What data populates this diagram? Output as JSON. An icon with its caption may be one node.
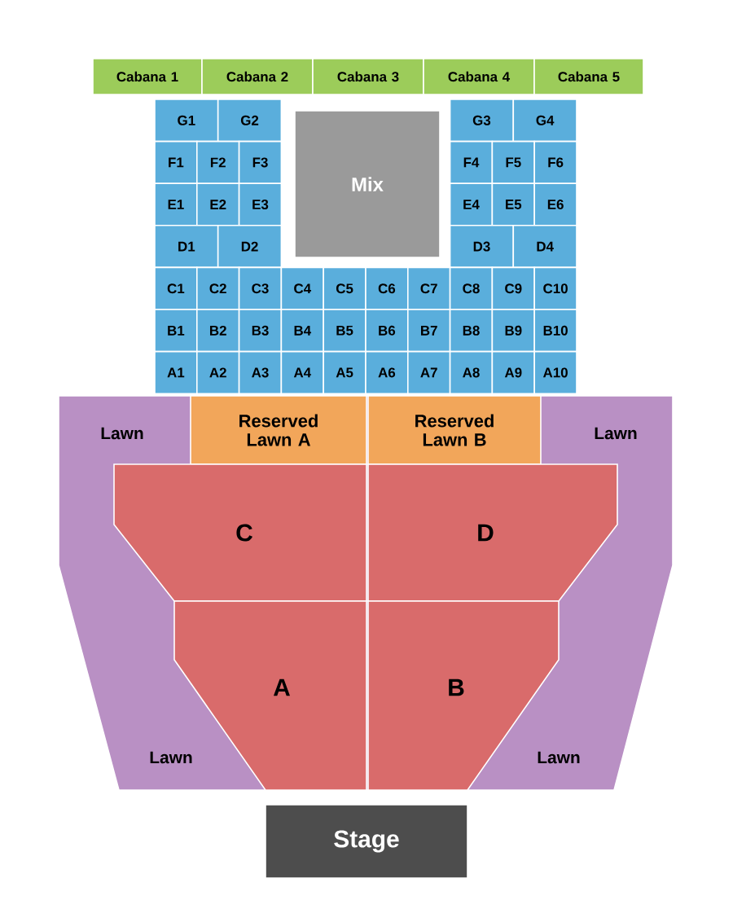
{
  "diagram": {
    "nodes": [
      {
        "text": [
          "Cabana 1"
        ]
      },
      {
        "text": [
          "Cabana 2"
        ]
      },
      {
        "text": [
          "Cabana 3"
        ]
      },
      {
        "text": [
          "Cabana 4"
        ]
      },
      {
        "text": [
          "Cabana 5"
        ]
      },
      {
        "text": [
          "G1"
        ]
      },
      {
        "text": [
          "G2"
        ]
      },
      {
        "text": [
          "Mix"
        ]
      },
      {
        "text": [
          "G3"
        ]
      },
      {
        "text": [
          "G4"
        ]
      },
      {
        "text": [
          "F1"
        ]
      },
      {
        "text": [
          "F2"
        ]
      },
      {
        "text": [
          "F3"
        ]
      },
      {
        "text": [
          "F4"
        ]
      },
      {
        "text": [
          "F5"
        ]
      },
      {
        "text": [
          "F6"
        ]
      },
      {
        "text": [
          "E1"
        ]
      },
      {
        "text": [
          "E2"
        ]
      },
      {
        "text": [
          "E3"
        ]
      },
      {
        "text": [
          "E4"
        ]
      },
      {
        "text": [
          "E5"
        ]
      },
      {
        "text": [
          "E6"
        ]
      },
      {
        "text": [
          "D1"
        ]
      },
      {
        "text": [
          "D2"
        ]
      },
      {
        "text": [
          "D3"
        ]
      },
      {
        "text": [
          "D4"
        ]
      },
      {
        "text": [
          "C1"
        ]
      },
      {
        "text": [
          "C2"
        ]
      },
      {
        "text": [
          "C3"
        ]
      },
      {
        "text": [
          "C4"
        ]
      },
      {
        "text": [
          "C5"
        ]
      },
      {
        "text": [
          "C6"
        ]
      },
      {
        "text": [
          "C7"
        ]
      },
      {
        "text": [
          "C8"
        ]
      },
      {
        "text": [
          "C9"
        ]
      },
      {
        "text": [
          "C10"
        ]
      },
      {
        "text": [
          "B1"
        ]
      },
      {
        "text": [
          "B2"
        ]
      },
      {
        "text": [
          "B3"
        ]
      },
      {
        "text": [
          "B4"
        ]
      },
      {
        "text": [
          "B5"
        ]
      },
      {
        "text": [
          "B6"
        ]
      },
      {
        "text": [
          "B7"
        ]
      },
      {
        "text": [
          "B8"
        ]
      },
      {
        "text": [
          "B9"
        ]
      },
      {
        "text": [
          "B10"
        ]
      },
      {
        "text": [
          "A1"
        ]
      },
      {
        "text": [
          "A2"
        ]
      },
      {
        "text": [
          "A3"
        ]
      },
      {
        "text": [
          "A4"
        ]
      },
      {
        "text": [
          "A5"
        ]
      },
      {
        "text": [
          "A6"
        ]
      },
      {
        "text": [
          "A7"
        ]
      },
      {
        "text": [
          "A8"
        ]
      },
      {
        "text": [
          "A9"
        ]
      },
      {
        "text": [
          "A10"
        ]
      },
      {
        "text": [
          "Lawn",
          "Lawn",
          "Lawn",
          "Lawn"
        ]
      },
      {
        "text": [
          "Reserved Lawn A"
        ],
        "in": 56
      },
      {
        "text": [
          "Reserved Lawn B"
        ],
        "in": 56
      },
      {
        "text": [
          "C"
        ],
        "in": 56
      },
      {
        "text": [
          "D"
        ],
        "in": 56
      },
      {
        "text": [
          "A"
        ],
        "in": 56
      },
      {
        "text": [
          "B"
        ],
        "in": 56
      },
      {
        "text": [
          "Stage"
        ]
      }
    ]
  }
}
